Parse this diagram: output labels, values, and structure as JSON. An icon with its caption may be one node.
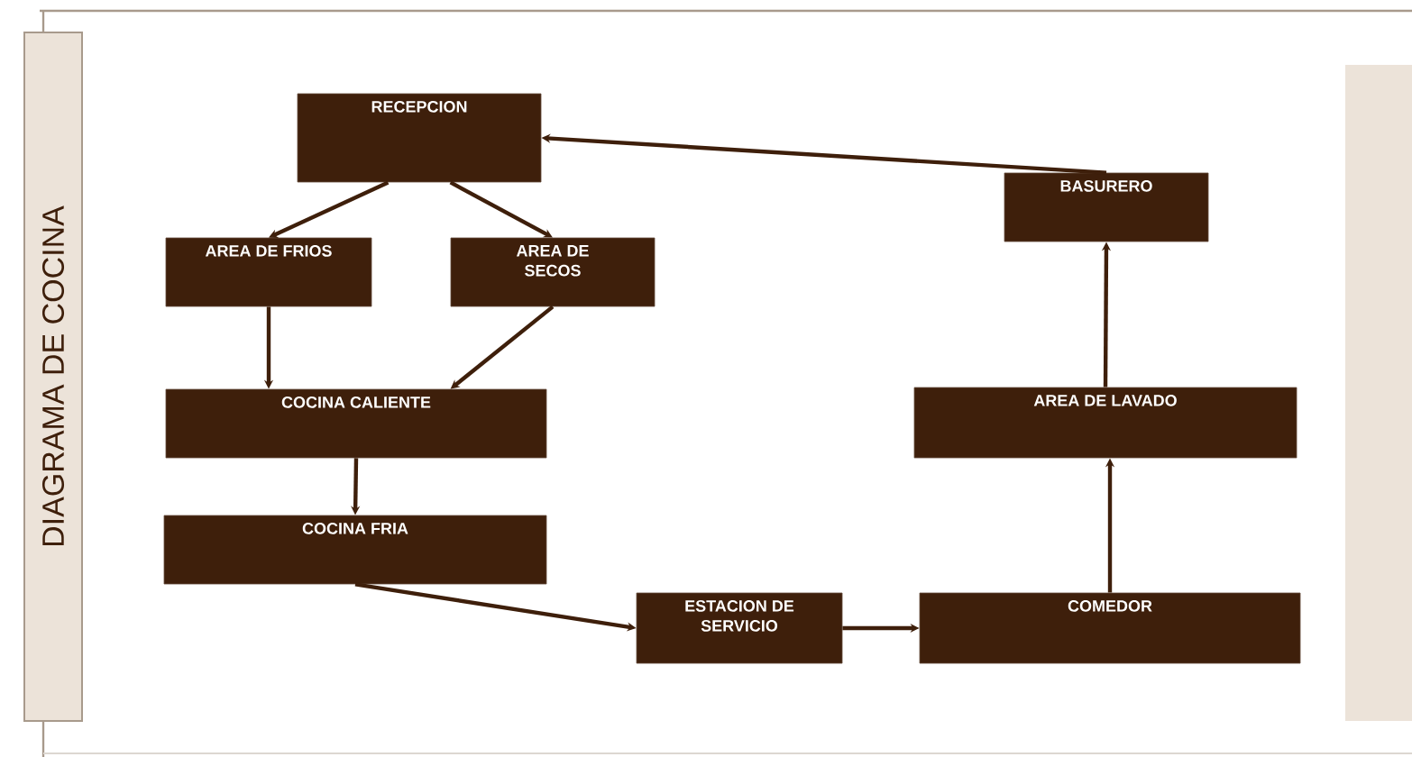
{
  "diagram": {
    "title": "DIAGRAMA DE COCINA",
    "nodes": [
      {
        "text": [
          "RECEPCION"
        ]
      },
      {
        "text": [
          "AREA DE FRIOS"
        ]
      },
      {
        "text": [
          "AREA DE SECOS"
        ]
      },
      {
        "text": [
          "COCINA CALIENTE"
        ]
      },
      {
        "text": [
          "COCINA FRIA"
        ]
      },
      {
        "text": [
          "ESTACION DE SERVICIO"
        ]
      },
      {
        "text": [
          "COMEDOR"
        ]
      },
      {
        "text": [
          "AREA DE LAVADO"
        ]
      },
      {
        "text": [
          "BASURERO"
        ]
      }
    ],
    "edges": [
      {
        "from": 0,
        "to": 1,
        "arrow": "to"
      },
      {
        "from": 0,
        "to": 2,
        "arrow": "to"
      },
      {
        "from": 1,
        "to": 3,
        "arrow": "to"
      },
      {
        "from": 2,
        "to": 3,
        "arrow": "to"
      },
      {
        "from": 3,
        "to": 4,
        "arrow": "to"
      },
      {
        "from": 4,
        "to": 5,
        "arrow": "to"
      },
      {
        "from": 5,
        "to": 6,
        "arrow": "to"
      },
      {
        "from": 6,
        "to": 7,
        "arrow": "to"
      },
      {
        "from": 7,
        "to": 8,
        "arrow": "to"
      },
      {
        "from": 8,
        "to": 0,
        "arrow": "to"
      }
    ]
  }
}
